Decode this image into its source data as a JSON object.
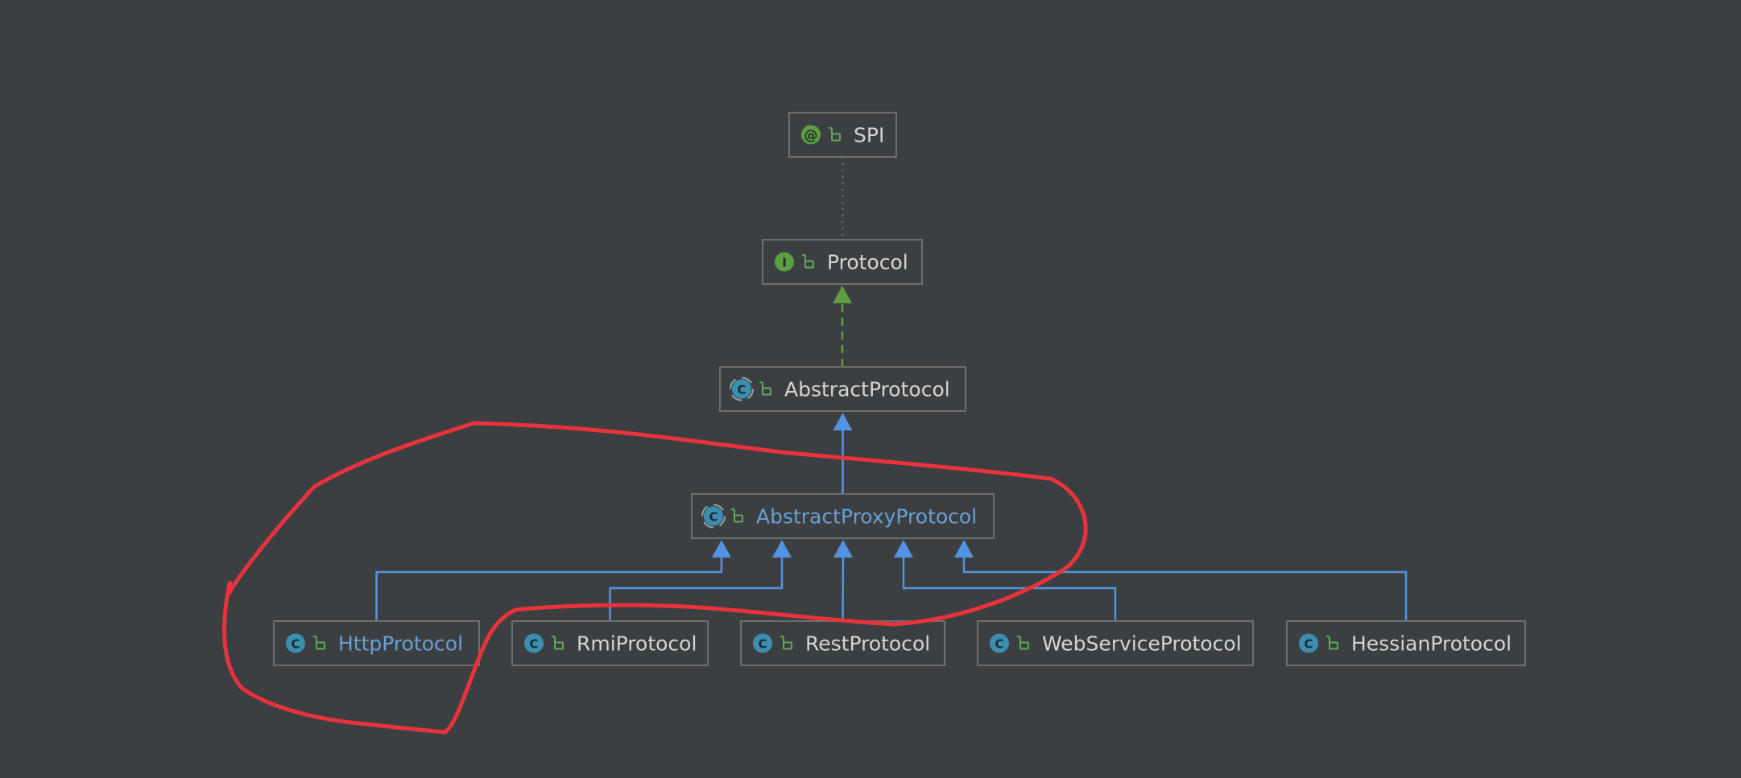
{
  "diagram": {
    "background_color": "#3c3f41",
    "node_fill": "#3c3f41",
    "node_border": "#6e6e6e",
    "text_color": "#d4d4d4",
    "highlight_text_color": "#6a9fd4",
    "inherit_edge_color": "#5294e2",
    "implement_edge_color": "#5e9e43",
    "annotation_edge_color": "#5e8a43",
    "annotation_loop_color": "#e8323c",
    "nodes": [
      {
        "id": "spi",
        "label": "SPI",
        "kind": "annotation",
        "kind_icon": "annotation-icon",
        "kind_glyph": "@",
        "highlighted": false
      },
      {
        "id": "protocol",
        "label": "Protocol",
        "kind": "interface",
        "kind_icon": "interface-icon",
        "kind_glyph": "I",
        "highlighted": false
      },
      {
        "id": "abstract-protocol",
        "label": "AbstractProtocol",
        "kind": "abstract-class",
        "kind_icon": "abstract-class-icon",
        "kind_glyph": "C",
        "highlighted": false
      },
      {
        "id": "abstract-proxy-protocol",
        "label": "AbstractProxyProtocol",
        "kind": "abstract-class",
        "kind_icon": "abstract-class-icon",
        "kind_glyph": "C",
        "highlighted": true
      },
      {
        "id": "http-protocol",
        "label": "HttpProtocol",
        "kind": "class",
        "kind_icon": "class-icon",
        "kind_glyph": "C",
        "highlighted": true
      },
      {
        "id": "rmi-protocol",
        "label": "RmiProtocol",
        "kind": "class",
        "kind_icon": "class-icon",
        "kind_glyph": "C",
        "highlighted": false
      },
      {
        "id": "rest-protocol",
        "label": "RestProtocol",
        "kind": "class",
        "kind_icon": "class-icon",
        "kind_glyph": "C",
        "highlighted": false
      },
      {
        "id": "webservice-protocol",
        "label": "WebServiceProtocol",
        "kind": "class",
        "kind_icon": "class-icon",
        "kind_glyph": "C",
        "highlighted": false
      },
      {
        "id": "hessian-protocol",
        "label": "HessianProtocol",
        "kind": "class",
        "kind_icon": "class-icon",
        "kind_glyph": "C",
        "highlighted": false
      }
    ],
    "edges": [
      {
        "from": "protocol",
        "to": "spi",
        "type": "annotated-by"
      },
      {
        "from": "abstract-protocol",
        "to": "protocol",
        "type": "implements"
      },
      {
        "from": "abstract-proxy-protocol",
        "to": "abstract-protocol",
        "type": "extends"
      },
      {
        "from": "http-protocol",
        "to": "abstract-proxy-protocol",
        "type": "extends"
      },
      {
        "from": "rmi-protocol",
        "to": "abstract-proxy-protocol",
        "type": "extends"
      },
      {
        "from": "rest-protocol",
        "to": "abstract-proxy-protocol",
        "type": "extends"
      },
      {
        "from": "webservice-protocol",
        "to": "abstract-proxy-protocol",
        "type": "extends"
      },
      {
        "from": "hessian-protocol",
        "to": "abstract-proxy-protocol",
        "type": "extends"
      }
    ],
    "annotation": {
      "kind": "freehand-loop",
      "encloses": [
        "abstract-proxy-protocol",
        "http-protocol"
      ]
    }
  }
}
